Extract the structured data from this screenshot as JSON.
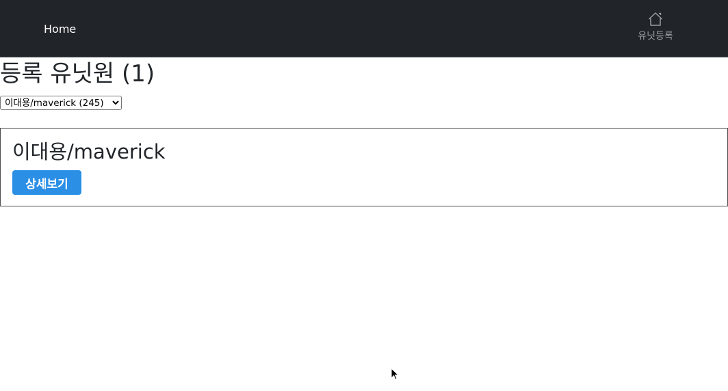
{
  "navbar": {
    "home_label": "Home",
    "unit_register": {
      "icon": "home-icon",
      "label": "유닛등록"
    }
  },
  "page": {
    "title": "등록 유닛원 (1)"
  },
  "member_select": {
    "selected": "이대용/maverick (245)",
    "options": [
      "이대용/maverick (245)"
    ]
  },
  "members": [
    {
      "name": "이대용/maverick",
      "detail_label": "상세보기"
    }
  ],
  "colors": {
    "navbar_bg": "#212529",
    "nav_muted": "#9a9da2",
    "button_primary": "#2b8fe6",
    "card_border": "#4a4a4a"
  }
}
